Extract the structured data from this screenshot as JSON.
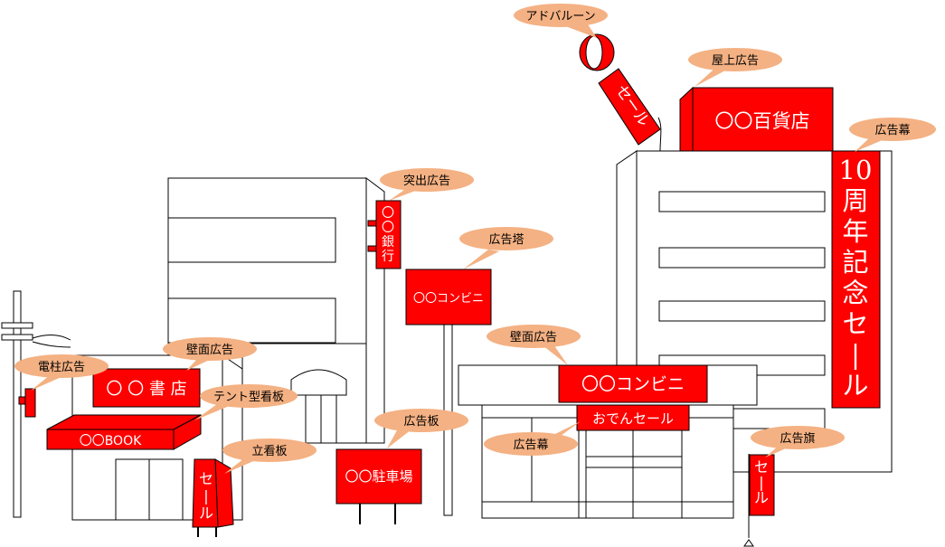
{
  "colors": {
    "sign_red": "#ff0000",
    "bubble_orange": "#f4b183",
    "outline": "#000000",
    "building_fill": "#ffffff",
    "sign_text": "#ffffff"
  },
  "callouts": {
    "ad_balloon": "アドバルーン",
    "rooftop_ad": "屋上広告",
    "banner": "広告幕",
    "projecting_ad": "突出広告",
    "ad_tower": "広告塔",
    "wall_ad_store": "壁面広告",
    "wall_ad_book": "壁面広告",
    "pole_ad": "電柱広告",
    "tent_sign": "テント型看板",
    "standing_sign": "立看板",
    "ad_board": "広告板",
    "store_banner": "広告幕",
    "ad_flag": "広告旗"
  },
  "signs": {
    "dept_store": "〇〇百貨店",
    "anniversary_banner": "10周年記念セール",
    "bank": "〇〇銀行",
    "tower_konbini": "〇〇コンビニ",
    "store_konbini": "〇〇コンビニ",
    "oden_sale": "おでんセール",
    "bookstore": "〇 〇 書 店",
    "book_tent": "〇〇BOOK",
    "parking": "〇〇駐車場",
    "balloon_sale": "セール",
    "standing_sale": "セール",
    "flag_sale": "セール"
  }
}
